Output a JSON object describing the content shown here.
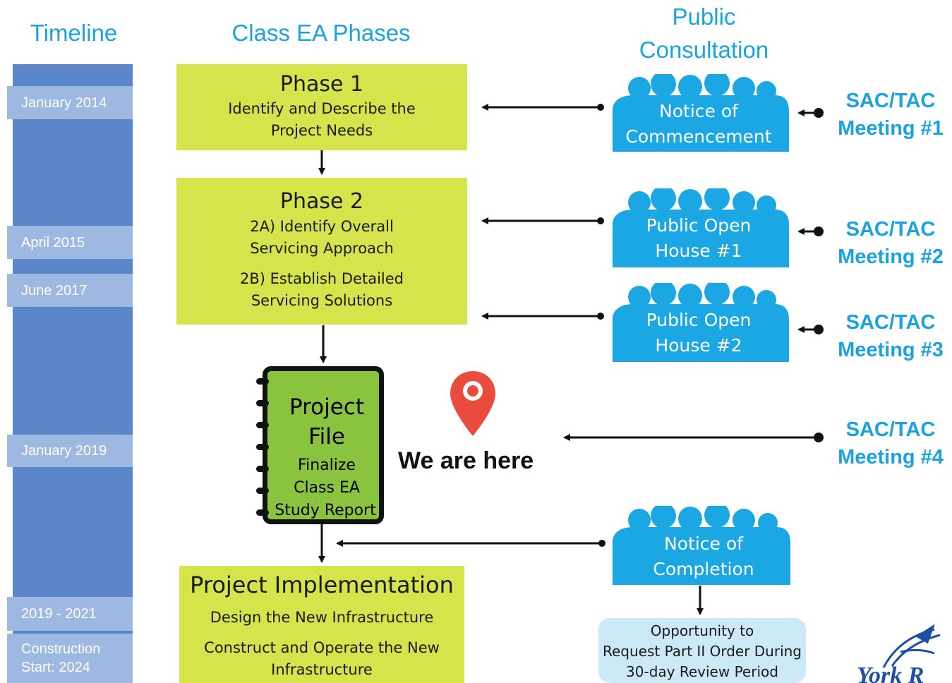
{
  "headers": {
    "timeline": "Timeline",
    "phases": "Class EA Phases",
    "consultation_line1": "Public",
    "consultation_line2": "Consultation"
  },
  "timeline": {
    "items": [
      {
        "label": "January 2014"
      },
      {
        "label": "April 2015"
      },
      {
        "label": "June 2017"
      },
      {
        "label": "January 2019"
      },
      {
        "label": "2019 - 2021"
      },
      {
        "label_line1": "Construction",
        "label_line2": "Start: 2024"
      }
    ]
  },
  "phases": {
    "phase1": {
      "title": "Phase 1",
      "line1": "Identify and Describe the",
      "line2": "Project Needs"
    },
    "phase2": {
      "title": "Phase 2",
      "line1": "2A) Identify Overall",
      "line2": "Servicing Approach",
      "line3": "2B) Establish Detailed",
      "line4": "Servicing Solutions"
    },
    "project_file": {
      "line1": "Project",
      "line2": "File",
      "line3": "Finalize",
      "line4": "Class EA",
      "line5": "Study Report"
    },
    "implementation": {
      "title": "Project Implementation",
      "line1": "Design the New Infrastructure",
      "line2": "Construct and Operate the New",
      "line3": "Infrastructure"
    }
  },
  "we_are_here": "We are here",
  "consultation": {
    "items": [
      {
        "line1": "Notice of",
        "line2": "Commencement"
      },
      {
        "line1": "Public Open",
        "line2": "House #1"
      },
      {
        "line1": "Public Open",
        "line2": "House #2"
      },
      {
        "line1": "Notice of",
        "line2": "Completion"
      }
    ],
    "opportunity": {
      "line1": "Opportunity to",
      "line2": "Request Part II Order During",
      "line3": "30-day Review Period"
    }
  },
  "sac_tac": [
    {
      "line1": "SAC/TAC",
      "line2": "Meeting #1"
    },
    {
      "line1": "SAC/TAC",
      "line2": "Meeting #2"
    },
    {
      "line1": "SAC/TAC",
      "line2": "Meeting #3"
    },
    {
      "line1": "SAC/TAC",
      "line2": "Meeting #4"
    }
  ],
  "logo_text": "York R",
  "colors": {
    "header_blue": "#1aa3e0",
    "timeline_bar": "#5b86c9",
    "timeline_label": "#9db9e1",
    "phase_green": "#d4e44a",
    "project_file_green": "#8ac43f",
    "crowd_blue": "#1ba6e4",
    "pin_red": "#e94b3c"
  }
}
